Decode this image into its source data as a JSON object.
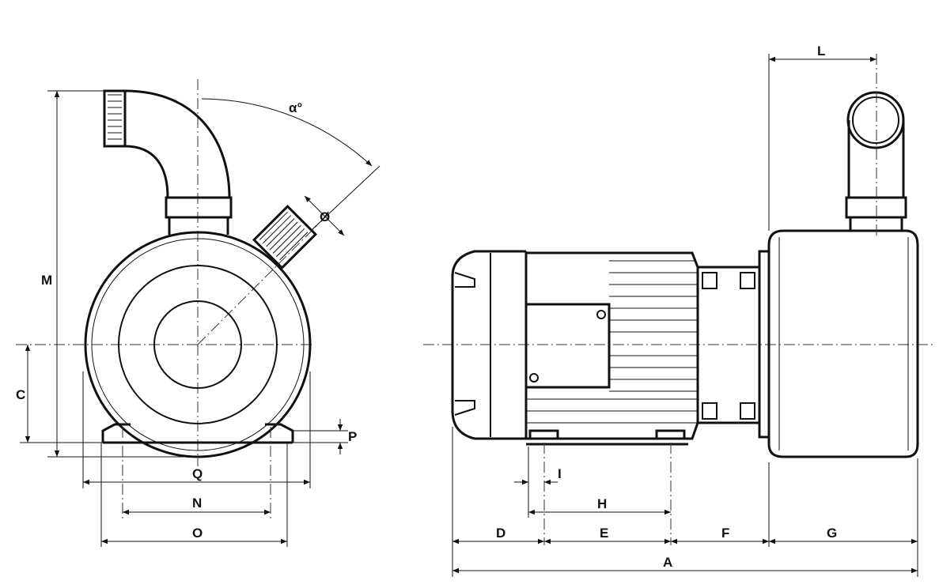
{
  "drawing": {
    "type": "pump dimensional drawing",
    "front_view_labels": {
      "alpha": "α°",
      "diameter": "Ø",
      "M": "M",
      "C": "C",
      "P": "P",
      "Q": "Q",
      "N": "N",
      "O": "O"
    },
    "side_view_labels": {
      "L": "L",
      "I": "I",
      "H": "H",
      "D": "D",
      "E": "E",
      "F": "F",
      "G": "G",
      "A": "A"
    },
    "line_color": "#111111"
  }
}
